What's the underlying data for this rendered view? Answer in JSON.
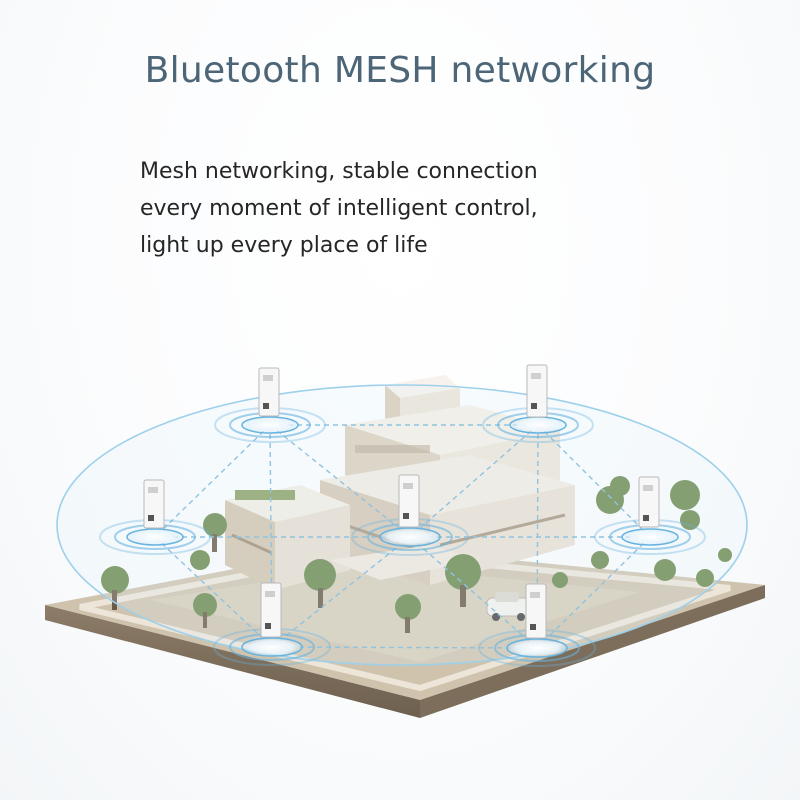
{
  "title": "Bluetooth MESH networking",
  "tagline": {
    "line1": "Mesh networking, stable connection",
    "line2": "every moment of intelligent control,",
    "line3": "light up every place of life"
  },
  "colors": {
    "title": "#4c6577",
    "body_text": "#262626",
    "mesh_line": "#8fc3e0",
    "ring": "#66b3e0",
    "ground": "#c9bda8",
    "road": "#e6ded0",
    "building": "#efe6da",
    "roof": "#f7f3ec",
    "tree": "#6b8a4e"
  },
  "illustration": {
    "nodes": [
      {
        "name": "node-top-left",
        "type": "bluetooth-module"
      },
      {
        "name": "node-top-right",
        "type": "bluetooth-module"
      },
      {
        "name": "node-mid-left",
        "type": "bluetooth-module"
      },
      {
        "name": "node-center",
        "type": "bluetooth-module"
      },
      {
        "name": "node-mid-right",
        "type": "bluetooth-module"
      },
      {
        "name": "node-bottom-left",
        "type": "bluetooth-module"
      },
      {
        "name": "node-bottom-right",
        "type": "bluetooth-module"
      }
    ]
  }
}
